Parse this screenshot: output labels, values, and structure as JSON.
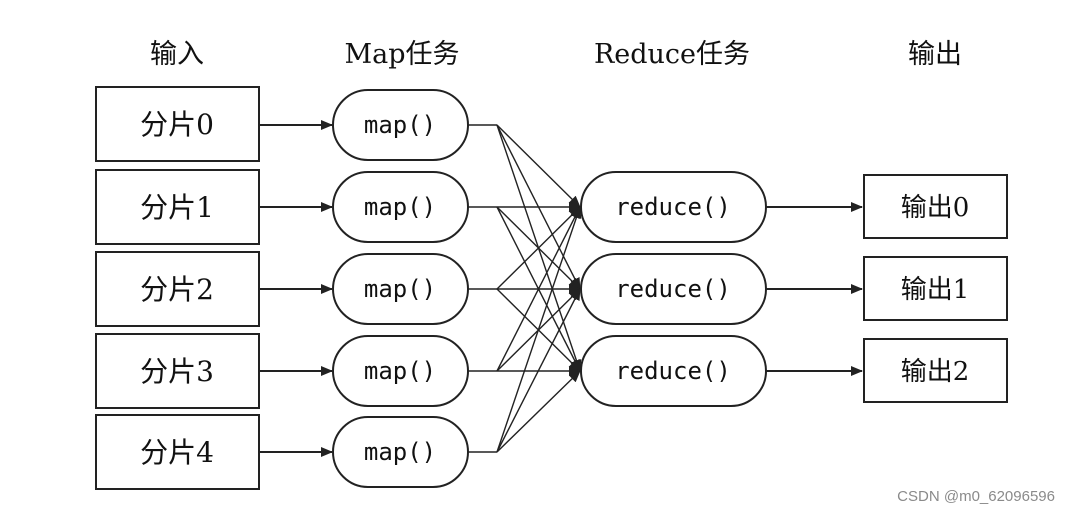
{
  "headers": {
    "input": "输入",
    "map_tasks": "Map任务",
    "reduce_tasks": "Reduce任务",
    "output": "输出"
  },
  "input_splits": [
    "分片0",
    "分片1",
    "分片2",
    "分片3",
    "分片4"
  ],
  "map_nodes": [
    "map()",
    "map()",
    "map()",
    "map()",
    "map()"
  ],
  "reduce_nodes": [
    "reduce()",
    "reduce()",
    "reduce()"
  ],
  "outputs": [
    "输出0",
    "输出1",
    "输出2"
  ],
  "shuffle": "each map() connects to every reduce()",
  "watermark": "CSDN @m0_62096596"
}
